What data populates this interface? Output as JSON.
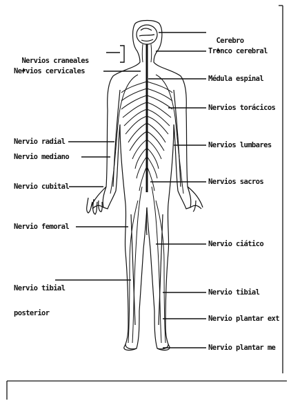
{
  "labels": {
    "cerebro": "Cerebro",
    "cerebro_mark": "▲",
    "tronco": "Tronco cerebral",
    "medula": "Médula espinal",
    "toracicos": "Nervios torácicos",
    "lumbares": "Nervios lumbares",
    "sacros": "Nervios sacros",
    "ciatico": "Nervio ciático",
    "tibial": "Nervio tibial",
    "plantar_ext": "Nervio plantar ext",
    "plantar_med": "Nervio plantar me",
    "craneales": "Nervios craneales",
    "craneales_mark": "▲",
    "cervicales": "Nervios cervicales",
    "radial": "Nervio radial",
    "mediano": "Nervio mediano",
    "cubital": "Nervio cubital",
    "femoral": "Nervio femoral",
    "tibial_post_1": "Nervio tibial",
    "tibial_post_2": "posterior"
  },
  "colors": {
    "ink": "#111111",
    "paper": "#ffffff"
  }
}
